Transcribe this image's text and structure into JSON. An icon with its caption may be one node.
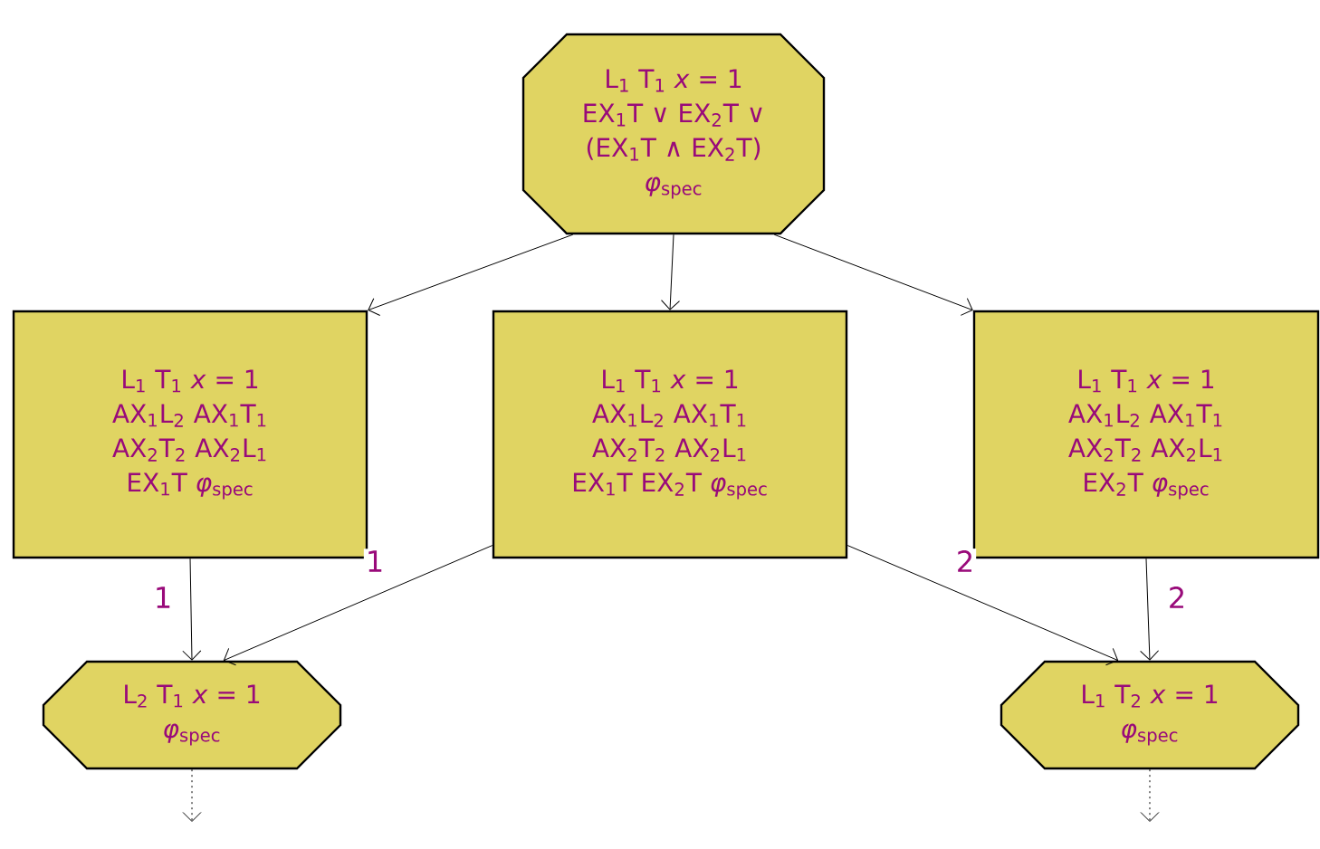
{
  "diagram": {
    "nodes": [
      {
        "text": [
          "L$_{1}$ T$_{1}$ *x* = 1",
          "EX$_{1}$T ∨ EX$_{2}$T ∨",
          "(EX$_{1}$T ∧ EX$_{2}$T)",
          "*φ*$_{spec}$"
        ]
      },
      {
        "text": [
          "L$_{1}$ T$_{1}$ *x* = 1",
          "AX$_{1}$L$_{2}$  AX$_{1}$T$_{1}$",
          "AX$_{2}$T$_{2}$  AX$_{2}$L$_{1}$",
          "EX$_{1}$T *φ*$_{spec}$"
        ]
      },
      {
        "text": [
          "L$_{1}$ T$_{1}$ *x* = 1",
          "AX$_{1}$L$_{2}$  AX$_{1}$T$_{1}$",
          "AX$_{2}$T$_{2}$  AX$_{2}$L$_{1}$",
          "EX$_{1}$T EX$_{2}$T *φ*$_{spec}$"
        ]
      },
      {
        "text": [
          "L$_{1}$ T$_{1}$ *x* = 1",
          "AX$_{1}$L$_{2}$  AX$_{1}$T$_{1}$",
          "AX$_{2}$T$_{2}$  AX$_{2}$L$_{1}$",
          "EX$_{2}$T *φ*$_{spec}$"
        ]
      },
      {
        "text": [
          "L$_{2}$ T$_{1}$ *x* = 1",
          "*φ*$_{spec}$"
        ]
      },
      {
        "text": [
          "L$_{1}$ T$_{2}$ *x* = 1",
          "*φ*$_{spec}$"
        ]
      }
    ],
    "edges": [
      {
        "from": 0,
        "to": 1,
        "arrow": "to"
      },
      {
        "from": 0,
        "to": 2,
        "arrow": "to"
      },
      {
        "from": 0,
        "to": 3,
        "arrow": "to"
      },
      {
        "from": 1,
        "to": 4,
        "arrow": "to",
        "label": "1"
      },
      {
        "from": 2,
        "to": 4,
        "arrow": "to",
        "label": "1"
      },
      {
        "from": 2,
        "to": 5,
        "arrow": "to",
        "label": "2"
      },
      {
        "from": 3,
        "to": 5,
        "arrow": "to",
        "label": "2"
      },
      {
        "from": 4,
        "to": null,
        "arrow": "to",
        "style": "dashed"
      },
      {
        "from": 5,
        "to": null,
        "arrow": "to",
        "style": "dashed"
      }
    ]
  }
}
